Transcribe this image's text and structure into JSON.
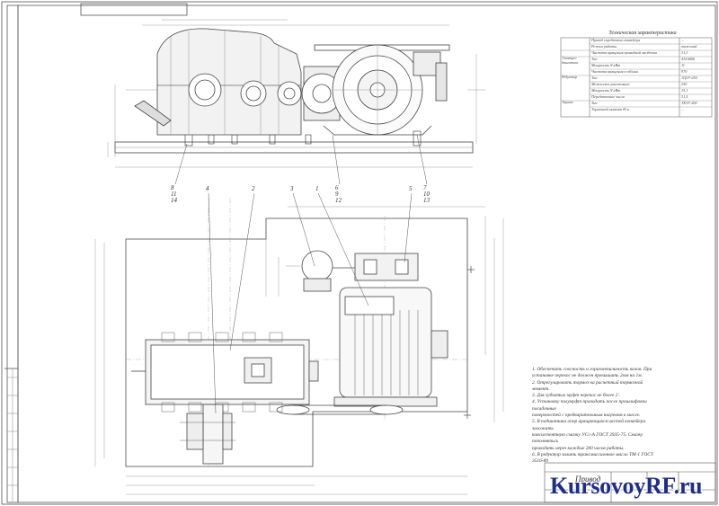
{
  "drawing": {
    "title": "Привод",
    "tech_table": {
      "title": "Техническая характеристика",
      "rows": [
        {
          "group": "",
          "param": "Привод скребкового конвейера",
          "value": "..."
        },
        {
          "group": "",
          "param": "Режим работы",
          "value": "тяжелый"
        },
        {
          "group": "",
          "param": "Частота вращения приводной звездочки",
          "value": "31,3"
        },
        {
          "group": "Электро-двигатель",
          "param": "Тип",
          "value": "4А160S6"
        },
        {
          "group": "",
          "param": "Мощность N кВт",
          "value": "11"
        },
        {
          "group": "",
          "param": "Частота вращения n об/мин",
          "value": "970"
        },
        {
          "group": "Редуктор",
          "param": "Тип",
          "value": "1Ц2У-250"
        },
        {
          "group": "",
          "param": "Межосевое расстояние",
          "value": "250"
        },
        {
          "group": "",
          "param": "Мощность N кВт",
          "value": "15,1"
        },
        {
          "group": "",
          "param": "Передаточное число",
          "value": "31,5"
        },
        {
          "group": "Тормоз",
          "param": "Тип",
          "value": "ТКТГ-200"
        },
        {
          "group": "",
          "param": "Тормозной момент Н·м",
          "value": "..."
        }
      ]
    },
    "notes": [
      "1. Обеспечить соосность и горизонтальность валов. При",
      "установке перекос не должен превышать 2мм на 1м.",
      "2. Отрегулировать тормоз на расчетный тормозной",
      "момент.",
      "3. Для зубчатых муфт перекос не более 2'.",
      "4. Установку полумуфт проводить после прошлифовки",
      "посадочные",
      "поверхностей с предварительным нагревом в масле.",
      "5. В подшипники опор вращающихся частей конвейера",
      "заложить",
      "консистентную смазку УСс-А ГОСТ 3935-75. Смазку",
      "пополнятьсь",
      "проводить через каждые 200 часов работы.",
      "6. В редуктор залить трансмиссионное масло ТМ-1 ГОСТ",
      "3516-89"
    ],
    "callouts_top": [
      "8\n11\n14",
      "6\n9\n12",
      "7\n10\n13"
    ],
    "callouts_plan": [
      "4",
      "2",
      "3",
      "1",
      "5"
    ]
  },
  "watermark": {
    "text": "KursovoyRF.ru",
    "color": "#1f2d8a"
  }
}
